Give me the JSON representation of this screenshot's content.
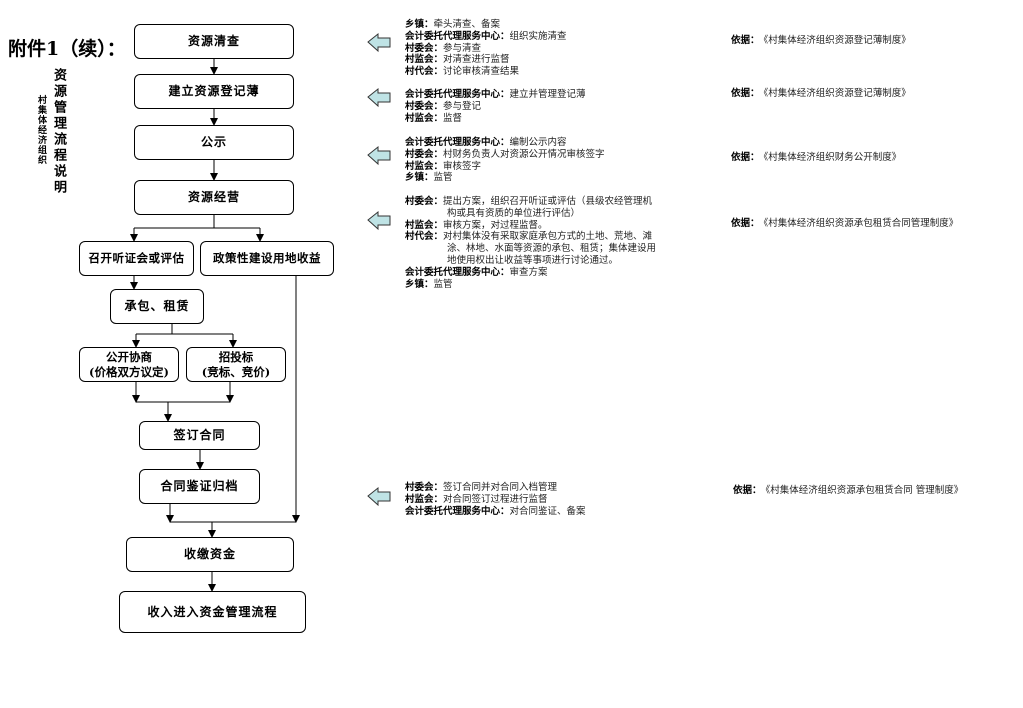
{
  "heading": "附件1（续）：",
  "vertical_title": "资源管理流程说明",
  "vertical_subtitle": "村集体经济组织",
  "flow": {
    "n1": "资源清查",
    "n2": "建立资源登记薄",
    "n3": "公示",
    "n4": "资源经营",
    "n5": "召开听证会或评估",
    "n6": "政策性建设用地收益",
    "n7": "承包、租赁",
    "n8a": "公开协商",
    "n8b": "(价格双方议定)",
    "n9a": "招投标",
    "n9b": "(竞标、竞价)",
    "n10": "签订合同",
    "n11": "合同鉴证归档",
    "n12": "收缴资金",
    "n13": "收入进入资金管理流程"
  },
  "colors": {
    "arrow_fill": "#bfe3e5",
    "arrow_stroke": "#333333"
  },
  "icon": "left-arrow-icon",
  "notes": [
    {
      "lines": [
        {
          "who": "乡镇：",
          "text": "牵头清查、备案"
        },
        {
          "who": "会计委托代理服务中心：",
          "text": "组织实施清查"
        },
        {
          "who": "村委会：",
          "text": "参与清查"
        },
        {
          "who": "村监会：",
          "text": "对清查进行监督"
        },
        {
          "who": "村代会：",
          "text": "讨论审核清查结果"
        }
      ],
      "basis_label": "依据：",
      "basis": "《村集体经济组织资源登记薄制度》"
    },
    {
      "lines": [
        {
          "who": "会计委托代理服务中心：",
          "text": "建立并管理登记薄"
        },
        {
          "who": "村委会：",
          "text": "参与登记"
        },
        {
          "who": "村监会：",
          "text": "监督"
        }
      ],
      "basis_label": "依据：",
      "basis": "《村集体经济组织资源登记薄制度》"
    },
    {
      "lines": [
        {
          "who": "会计委托代理服务中心：",
          "text": "编制公示内容"
        },
        {
          "who": "村委会：",
          "text": "村财务负责人对资源公开情况审核签字"
        },
        {
          "who": "村监会：",
          "text": "审核签字"
        },
        {
          "who": "乡镇：",
          "text": "监管"
        }
      ],
      "basis_label": "依据：",
      "basis": "《村集体经济组织财务公开制度》"
    },
    {
      "lines": [
        {
          "who": "村委会：",
          "text": "提出方案，组织召开听证或评估（县级农经管理机"
        },
        {
          "who": "",
          "text": "构或具有资质的单位进行评估）"
        },
        {
          "who": "村监会：",
          "text": "审核方案，对过程监督。"
        },
        {
          "who": "村代会：",
          "text": "对村集体没有采取家庭承包方式的土地、荒地、滩"
        },
        {
          "who": "",
          "text": "涂、林地、水面等资源的承包、租赁；集体建设用"
        },
        {
          "who": "",
          "text": "地使用权出让收益等事项进行讨论通过。"
        },
        {
          "who": "会计委托代理服务中心：",
          "text": "审查方案"
        },
        {
          "who": "乡镇：",
          "text": "监管"
        }
      ],
      "basis_label": "依据：",
      "basis": "《村集体经济组织资源承包租赁合同管理制度》"
    },
    {
      "lines": [
        {
          "who": "村委会：",
          "text": "签订合同并对合同入档管理"
        },
        {
          "who": "村监会：",
          "text": "对合同签订过程进行监督"
        },
        {
          "who": "会计委托代理服务中心：",
          "text": "对合同鉴证、备案"
        }
      ],
      "basis_label": "依据：",
      "basis": "《村集体经济组织资源承包租赁合同 管理制度》"
    }
  ]
}
